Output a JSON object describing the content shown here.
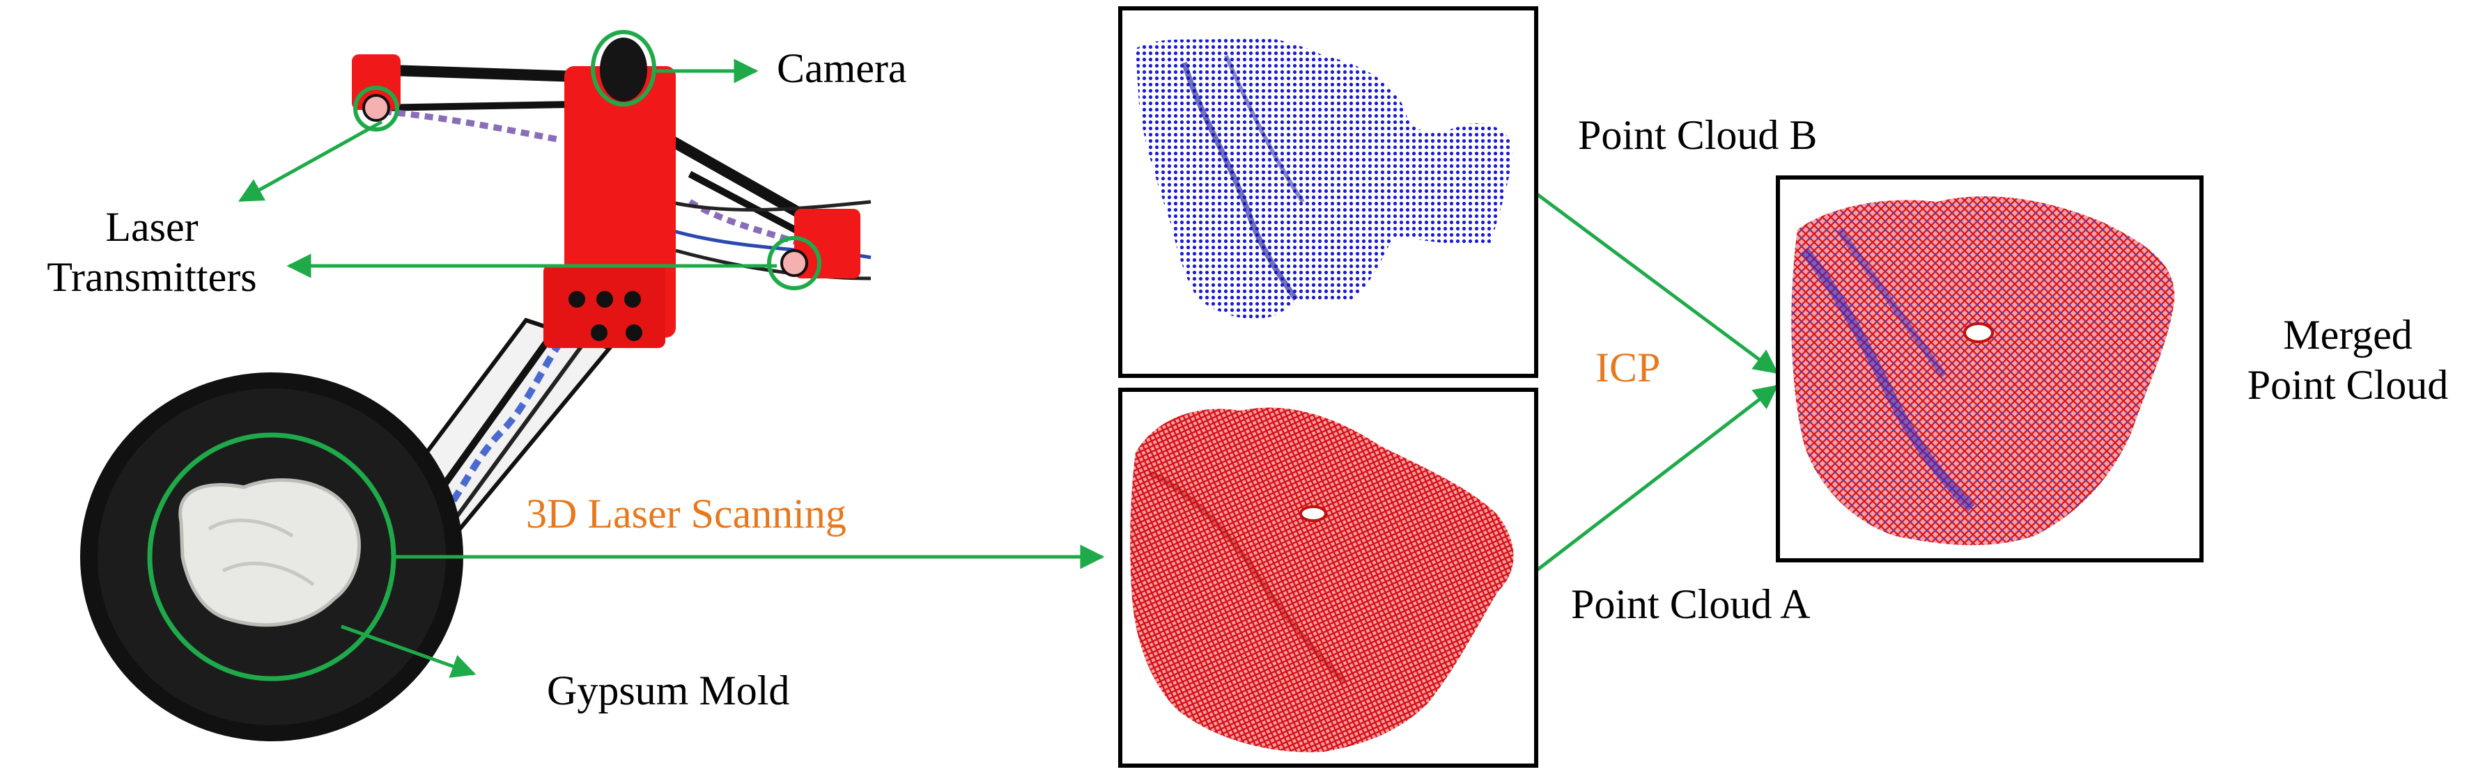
{
  "labels": {
    "camera": "Camera",
    "laser_line1": "Laser",
    "laser_line2": "Transmitters",
    "gypsum": "Gypsum Mold",
    "scanning": "3D Laser Scanning",
    "icp": "ICP",
    "point_cloud_b": "Point Cloud B",
    "point_cloud_a": "Point Cloud A",
    "merged_line1": "Merged",
    "merged_line2": "Point Cloud"
  },
  "colors": {
    "arrow": "#1faa4a",
    "highlight_text": "#e8781e",
    "cloud_a": "#e0141c",
    "cloud_b": "#1b1bd8",
    "scanner_body": "#f01818",
    "turntable": "#111111",
    "frame": "#000000"
  },
  "icons": {
    "scanner": "3d-laser-scanner-photo",
    "camera_marker": "camera-highlight-circle",
    "laser_marker": "laser-highlight-circle",
    "mold_marker": "gypsum-mold-highlight-circle"
  }
}
